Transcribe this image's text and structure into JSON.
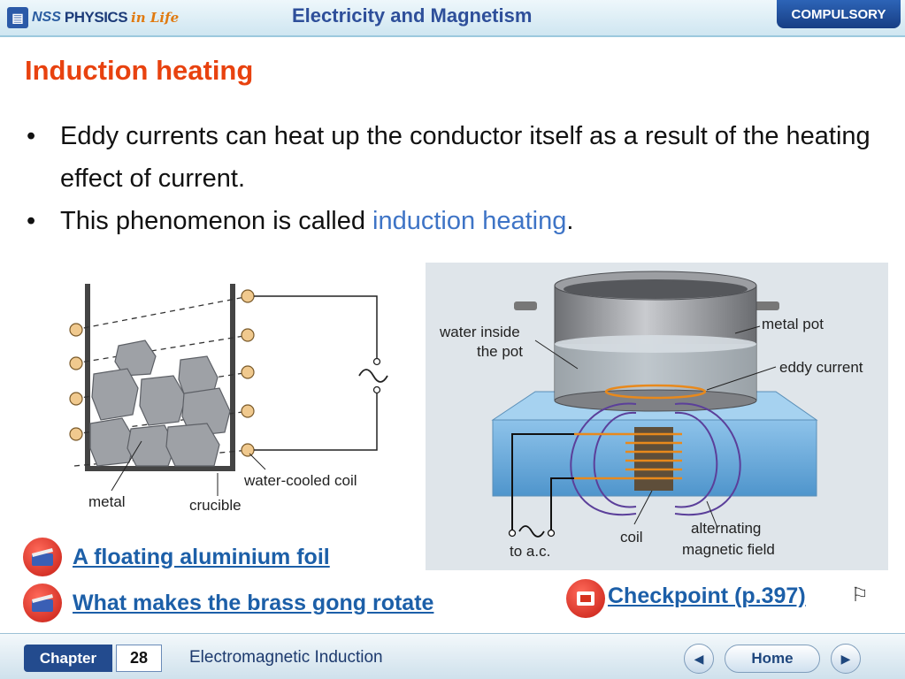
{
  "header": {
    "logo_nss": "NSS",
    "logo_physics": "PHYSICS",
    "logo_in_life": "in Life",
    "title": "Electricity and Magnetism",
    "badge": "COMPULSORY"
  },
  "slide": {
    "title": "Induction heating",
    "bullet1": "Eddy currents can heat up the conductor itself as a result of the heating effect of current.",
    "bullet2_prefix": "This phenomenon is called ",
    "bullet2_highlight": "induction heating",
    "bullet2_suffix": "."
  },
  "figure_left": {
    "label_metal": "metal",
    "label_crucible": "crucible",
    "label_coil": "water-cooled coil"
  },
  "figure_right": {
    "label_water": "water inside",
    "label_water2": "the pot",
    "label_pot": "metal pot",
    "label_eddy": "eddy current",
    "label_coil": "coil",
    "label_ac": "to a.c.",
    "label_field1": "alternating",
    "label_field2": "magnetic field"
  },
  "links": {
    "video1": "A floating aluminium foil",
    "video2": "What makes the brass gong rotate",
    "checkpoint": "Checkpoint (p.397)"
  },
  "footer": {
    "chapter_label": "Chapter",
    "chapter_number": "28",
    "chapter_name": "Electromagnetic Induction",
    "home_label": "Home"
  },
  "colors": {
    "title": "#e8420f",
    "highlight": "#3e74c6",
    "link": "#1c5fa8",
    "header_title": "#2e4f9a"
  }
}
